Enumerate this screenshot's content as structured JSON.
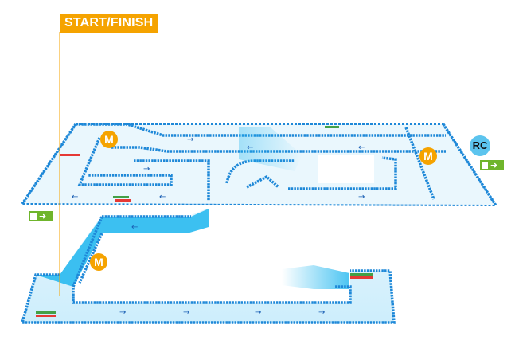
{
  "labels": {
    "start_finish": "START/FINISH",
    "race_control": "RC"
  },
  "markers": [
    "M",
    "M",
    "M"
  ],
  "icons": {
    "exit": "emergency-exit-icon",
    "arrow": "arrow-right-icon"
  },
  "colors": {
    "accent": "#f5a300",
    "track": "#e9f6fd",
    "kerb": "#1e88d8",
    "ramp": "#1fb6ef",
    "exit": "#6fb52c",
    "rc": "#5cc4ee"
  }
}
